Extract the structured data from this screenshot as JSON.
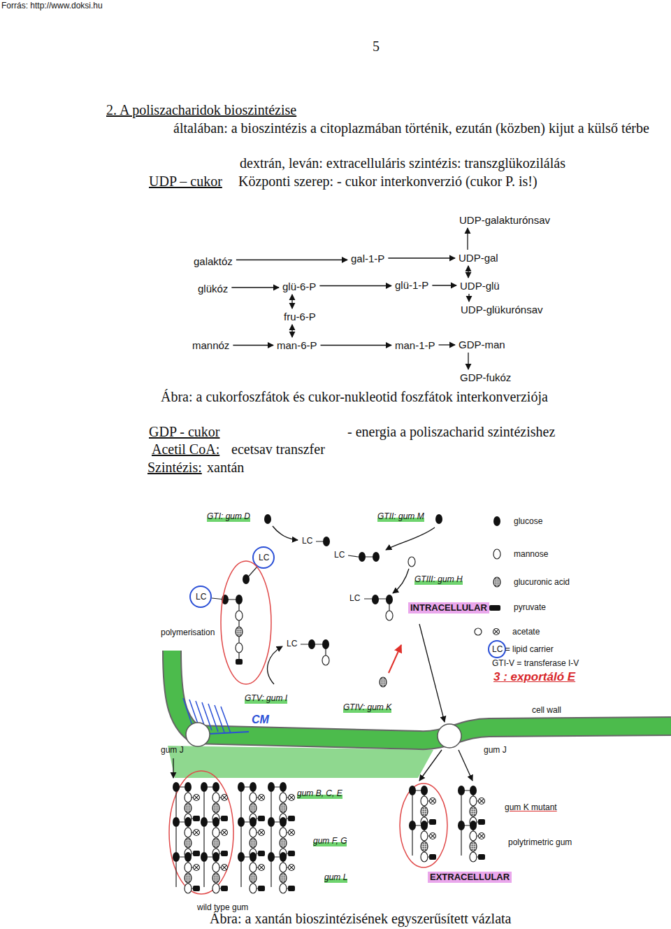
{
  "diagram": {
    "title": "2. A poliszacharidok bioszintézise",
    "caption": "Ábra: a xantán bioszintézisének egyszerűsített vázlata",
    "nodes": [
      {
        "text": [
          "UDP-galakturónsav"
        ]
      },
      {
        "text": [
          "galaktóz"
        ]
      },
      {
        "text": [
          "gal-1-P"
        ]
      },
      {
        "text": [
          "UDP-gal"
        ]
      },
      {
        "text": [
          "glükóz"
        ]
      },
      {
        "text": [
          "glü-6-P"
        ]
      },
      {
        "text": [
          "glü-1-P"
        ]
      },
      {
        "text": [
          "UDP-glü"
        ]
      },
      {
        "text": [
          "fru-6-P"
        ]
      },
      {
        "text": [
          "UDP-glükurónsav"
        ]
      },
      {
        "text": [
          "mannóz"
        ]
      },
      {
        "text": [
          "man-6-P"
        ]
      },
      {
        "text": [
          "man-1-P"
        ]
      },
      {
        "text": [
          "GDP-man"
        ]
      },
      {
        "text": [
          "GDP-fukóz"
        ]
      }
    ],
    "edges": [
      {
        "from": 1,
        "to": 2,
        "arrow": "to"
      },
      {
        "from": 2,
        "to": 3,
        "arrow": "to"
      },
      {
        "from": 3,
        "to": 0,
        "arrow": "to"
      },
      {
        "from": 3,
        "to": 7,
        "arrow": "both"
      },
      {
        "from": 4,
        "to": 5,
        "arrow": "to"
      },
      {
        "from": 5,
        "to": 6,
        "arrow": "to"
      },
      {
        "from": 6,
        "to": 7,
        "arrow": "to"
      },
      {
        "from": 5,
        "to": 8,
        "arrow": "both"
      },
      {
        "from": 7,
        "to": 9,
        "arrow": "to"
      },
      {
        "from": 8,
        "to": 11,
        "arrow": "both"
      },
      {
        "from": 10,
        "to": 11,
        "arrow": "to"
      },
      {
        "from": 11,
        "to": 12,
        "arrow": "to"
      },
      {
        "from": 12,
        "to": 13,
        "arrow": "to"
      },
      {
        "from": 13,
        "to": 14,
        "arrow": "to"
      }
    ],
    "labels": [
      "Forrás: http://www.doksi.hu",
      "5",
      "általában: a bioszintézis a citoplazmában történik, ezután (közben) kijut a külső térbe",
      "dextrán, leván: extracelluláris szintézis: transzglükozilálás",
      "UDP – cukor",
      "Központi szerep: - cukor interkonverzió (cukor P. is!)",
      "Ábra: a cukorfoszfátok és cukor-nukleotid foszfátok interkonverziója",
      "GDP - cukor",
      "- energia a poliszacharid szintézishez",
      "Acetil CoA:",
      "ecetsav transzfer",
      "Szintézis:",
      "xantán",
      "GTI: gum D",
      "GTII: gum M",
      "LC",
      "LC",
      "LC",
      "LC",
      "LC",
      "GTIII: gum H",
      "INTRACELLULAR",
      "polymerisation",
      "LC",
      "GTV: gum I",
      "GTIV: gum K",
      "cell wall",
      "CM",
      "gum J",
      "gum J",
      "gum B, C, E",
      "gum F, G",
      "gum K mutant",
      "polytrimetric gum",
      "gum L",
      "EXTRACELLULAR",
      "wild type gum",
      "GTI-V = transferase I-V",
      "3 : exportáló E"
    ],
    "legend": [
      {
        "text": "glucose"
      },
      {
        "text": "mannose"
      },
      {
        "text": "glucuronic acid"
      },
      {
        "text": "pyruvate"
      },
      {
        "text": "acetate"
      },
      {
        "text": "LC = lipid carrier"
      }
    ]
  }
}
